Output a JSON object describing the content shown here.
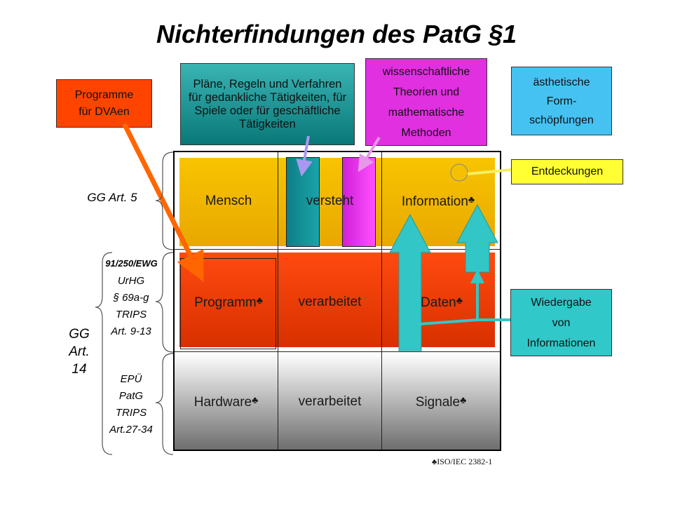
{
  "title": "Nichterfindungen des PatG §1",
  "top_boxes": {
    "programme": "Programme für DVAen",
    "plaene": "Pläne, Regeln und Verfahren für gedankliche Tätigkeiten, für Spiele oder für geschäftliche Tätigkeiten",
    "theorien": "wissenschaftliche Theorien und mathematische Methoden",
    "aesthetische": "ästhetische Form-schöpfungen"
  },
  "side_boxes": {
    "entdeckungen": "Entdeckungen",
    "wiedergabe": "Wiedergabe von Informationen"
  },
  "grid": {
    "row1": [
      "Mensch",
      "versteht",
      "Information"
    ],
    "row2": [
      "Programm",
      "verarbeitet",
      "Daten"
    ],
    "row3": [
      "Hardware",
      "verarbeitet",
      "Signale"
    ],
    "mark": "♣"
  },
  "left_labels": {
    "gg5": "GG Art. 5",
    "ewg": "91/250/EWG",
    "urhg": [
      "UrHG",
      "§ 69a-g",
      "TRIPS",
      "Art. 9-13"
    ],
    "gg14": [
      "GG",
      "Art.",
      "14"
    ],
    "epue": [
      "EPÜ",
      "PatG",
      "TRIPS",
      "Art.27-34"
    ]
  },
  "footnote": "ISO/IEC 2382-1",
  "colors": {
    "row1": "#f0b400",
    "row2": "#e83800",
    "row3_top": "#ffffff",
    "row3_bottom": "#777777",
    "orange_box": "#ff4400",
    "teal_box": "#1a9aa0",
    "magenta_box": "#e030e0",
    "light_blue_box": "#40c0f0",
    "yellow_box": "#ffff33",
    "cyan_arrow": "#30c8c8"
  }
}
